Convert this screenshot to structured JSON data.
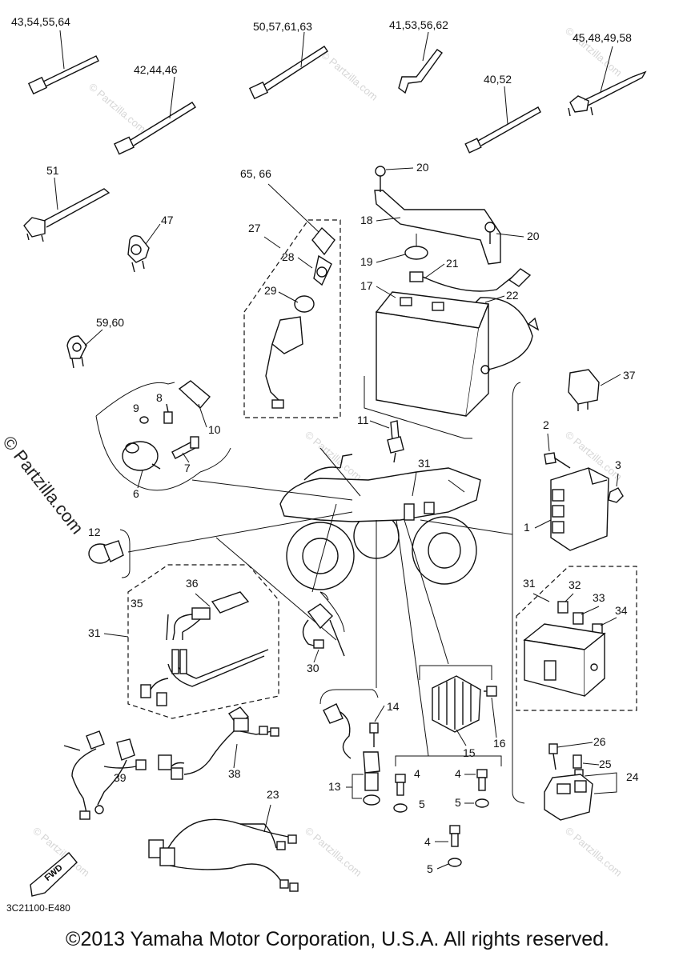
{
  "watermark": "© Partzilla.com",
  "watermark_faint": "© Partzilla.com",
  "diagram_code": "3C21100-E480",
  "copyright": "©2013 Yamaha Motor Corporation, U.S.A. All rights reserved.",
  "fwd_label": "FWD",
  "callouts": {
    "c43": "43,54,55,64",
    "c50": "50,57,61,63",
    "c41": "41,53,56,62",
    "c42": "42,44,46",
    "c45": "45,48,49,58",
    "c40": "40,52",
    "c51": "51",
    "c47": "47",
    "c59": "59,60",
    "c65": "65, 66",
    "c27": "27",
    "c28": "28",
    "c29": "29",
    "c20a": "20",
    "c18": "18",
    "c20b": "20",
    "c19": "19",
    "c21": "21",
    "c17": "17",
    "c22": "22",
    "c37": "37",
    "c8": "8",
    "c9": "9",
    "c10": "10",
    "c7": "7",
    "c6": "6",
    "c11": "11",
    "c31a": "31",
    "c2": "2",
    "c3": "3",
    "c1": "1",
    "c12": "12",
    "c36": "36",
    "c35": "35",
    "c31b": "31",
    "c31c": "31",
    "c32": "32",
    "c33": "33",
    "c34": "34",
    "c30": "30",
    "c15": "15",
    "c16": "16",
    "c14": "14",
    "c13": "13",
    "c4a": "4",
    "c5a": "5",
    "c4b": "4",
    "c5b": "5",
    "c26": "26",
    "c25": "25",
    "c24": "24",
    "c38": "38",
    "c39": "39",
    "c23": "23",
    "c4c": "4",
    "c5c": "5"
  }
}
